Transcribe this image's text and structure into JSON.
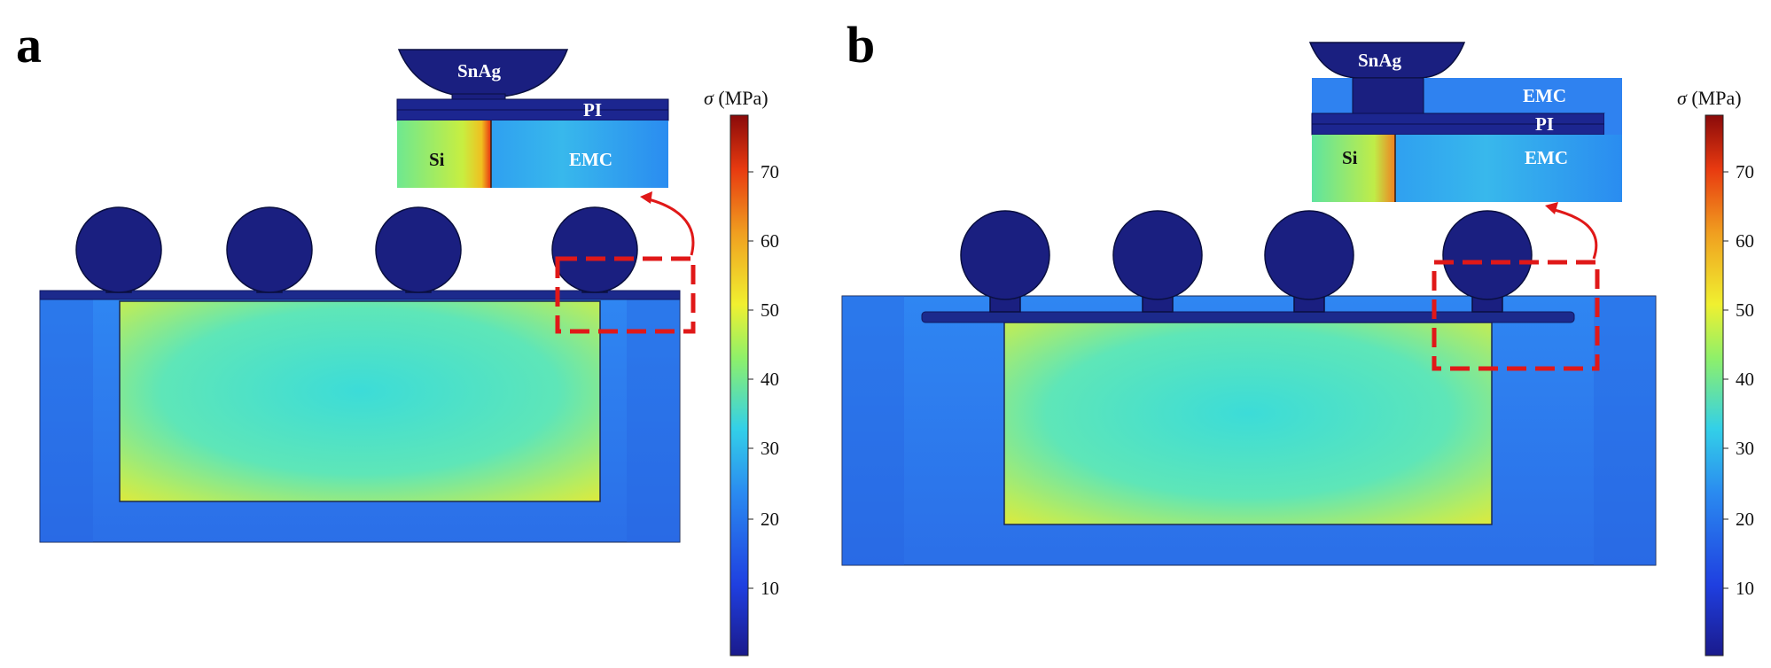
{
  "panels": [
    {
      "letter": "a",
      "colorbar_title": "(MPa)",
      "colorbar_symbol": "σ",
      "ticks": [
        "70",
        "60",
        "50",
        "40",
        "30",
        "20",
        "10"
      ],
      "inset_labels": {
        "top": "SnAg",
        "pi": "PI",
        "left": "Si",
        "right": "EMC"
      }
    },
    {
      "letter": "b",
      "colorbar_title": "(MPa)",
      "colorbar_symbol": "σ",
      "ticks": [
        "70",
        "60",
        "50",
        "40",
        "30",
        "20",
        "10"
      ],
      "inset_labels": {
        "top": "SnAg",
        "emc_top": "EMC",
        "pi": "PI",
        "left": "Si",
        "right": "EMC"
      }
    }
  ],
  "colors": {
    "emc": "#2f7df0",
    "si_center": "#3fe0d0",
    "si_edge": "#d6ea3a",
    "solder": "#1a1f80",
    "highlight": "#e01818"
  }
}
